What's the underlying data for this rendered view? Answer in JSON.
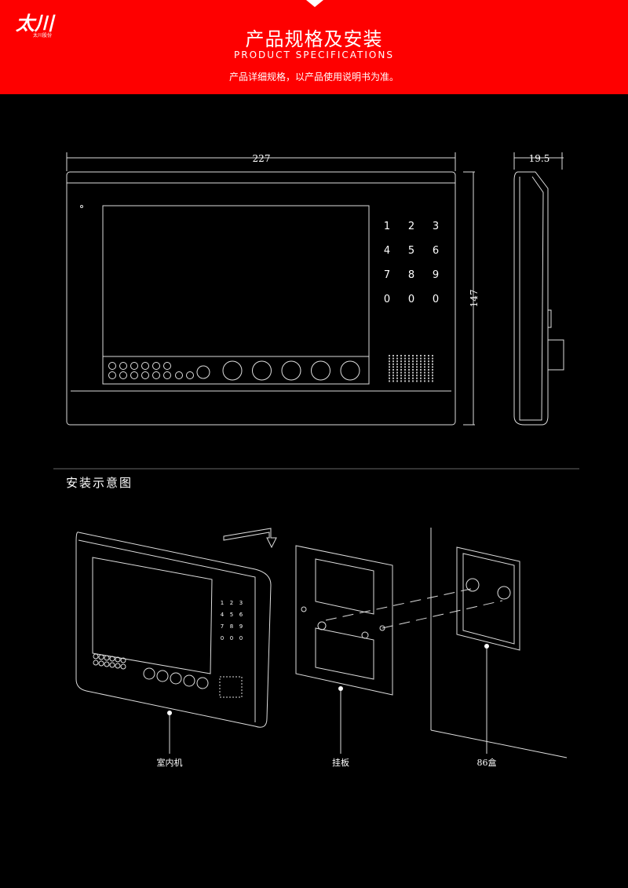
{
  "header": {
    "logo_text": "太川",
    "logo_subtext": "太川股份",
    "title": "产品规格及安装",
    "subtitle": "PRODUCT SPECIFICATIONS",
    "note": "产品详细规格，以产品使用说明书为准。"
  },
  "dimensions": {
    "width": "227",
    "height": "147",
    "depth": "19.5"
  },
  "keypad": [
    "1",
    "2",
    "3",
    "4",
    "5",
    "6",
    "7",
    "8",
    "9",
    "0",
    "0",
    "0"
  ],
  "install": {
    "section_title": "安装示意图",
    "labels": {
      "indoor_unit": "室内机",
      "mount_plate": "挂板",
      "box": "86盒"
    }
  }
}
